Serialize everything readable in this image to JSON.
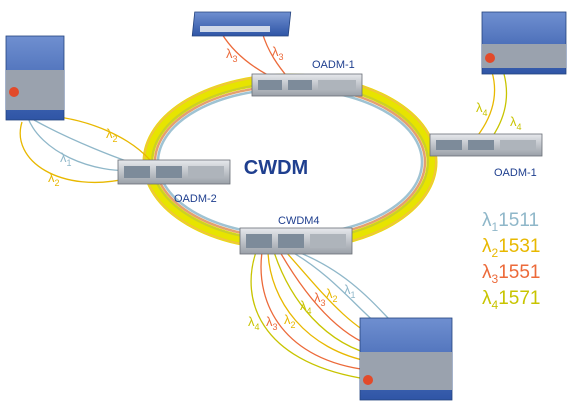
{
  "ring": {
    "title": "CWDM"
  },
  "nodes": {
    "oadm_top": "OADM-1",
    "oadm_right": "OADM-1",
    "oadm_left": "OADM-2",
    "mux_bottom": "CWDM4"
  },
  "fiber_labels": {
    "top_a": {
      "sym": "λ",
      "sub": "3"
    },
    "top_b": {
      "sym": "λ",
      "sub": "3"
    },
    "right_a": {
      "sym": "λ",
      "sub": "4"
    },
    "right_b": {
      "sym": "λ",
      "sub": "4"
    },
    "left_a": {
      "sym": "λ",
      "sub": "2"
    },
    "left_b": {
      "sym": "λ",
      "sub": "1"
    },
    "left_c": {
      "sym": "λ",
      "sub": "2"
    },
    "bottom_1": {
      "sym": "λ",
      "sub": "4"
    },
    "bottom_2": {
      "sym": "λ",
      "sub": "3"
    },
    "bottom_3": {
      "sym": "λ",
      "sub": "2"
    },
    "bottom_4": {
      "sym": "λ",
      "sub": "4"
    },
    "bottom_5": {
      "sym": "λ",
      "sub": "3"
    },
    "bottom_6": {
      "sym": "λ",
      "sub": "2"
    },
    "bottom_7": {
      "sym": "λ",
      "sub": "1"
    }
  },
  "legend": [
    {
      "sym": "λ",
      "sub": "1",
      "value": "1511",
      "color": "#8fb7c9"
    },
    {
      "sym": "λ",
      "sub": "2",
      "value": "1531",
      "color": "#e8b800"
    },
    {
      "sym": "λ",
      "sub": "3",
      "value": "1551",
      "color": "#ec6a3a"
    },
    {
      "sym": "λ",
      "sub": "4",
      "value": "1571",
      "color": "#c8c400"
    }
  ],
  "colors": {
    "title": "#1f3f8f",
    "lambda1": "#8fb7c9",
    "lambda2": "#e8b800",
    "lambda3": "#ec6a3a",
    "lambda4": "#c8c400"
  }
}
